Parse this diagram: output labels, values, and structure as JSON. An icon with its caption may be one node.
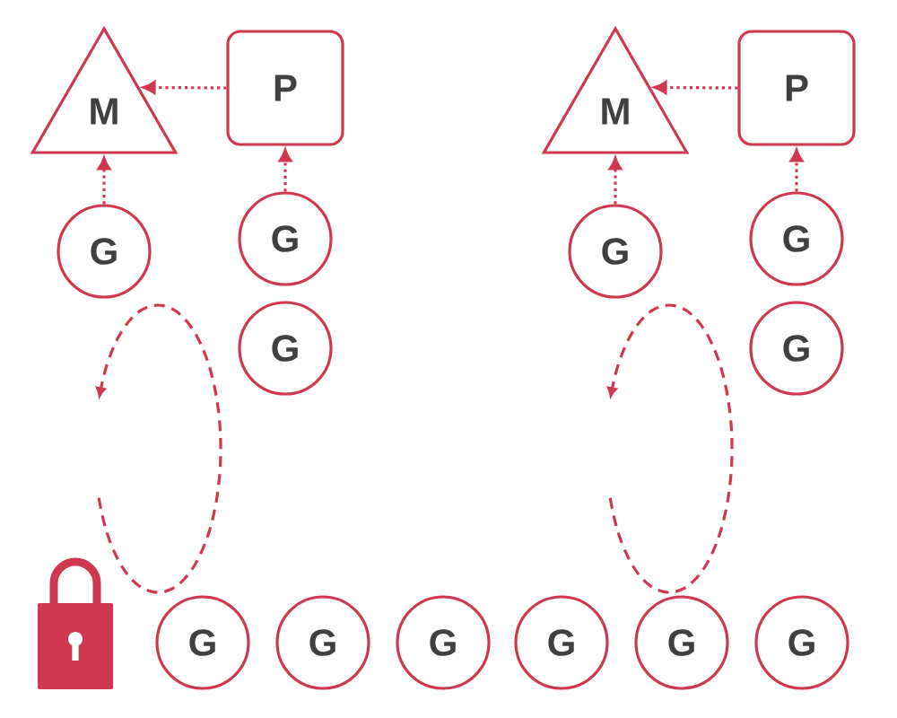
{
  "diagram": {
    "nodes": [
      {
        "text": [
          "M"
        ]
      },
      {
        "text": [
          "P"
        ]
      },
      {
        "text": [
          "G"
        ]
      },
      {
        "text": [
          "G"
        ]
      },
      {
        "text": [
          "G"
        ]
      },
      {
        "text": [
          "M"
        ]
      },
      {
        "text": [
          "P"
        ]
      },
      {
        "text": [
          "G"
        ]
      },
      {
        "text": [
          "G"
        ]
      },
      {
        "text": [
          "G"
        ]
      },
      {
        "text": [
          "G"
        ]
      },
      {
        "text": [
          "G"
        ]
      },
      {
        "text": [
          "G"
        ]
      },
      {
        "text": [
          "G"
        ]
      },
      {
        "text": [
          "G"
        ]
      },
      {
        "text": [
          "G"
        ]
      }
    ],
    "edges": [
      {
        "from": 1,
        "to": 0,
        "arrow": "to"
      },
      {
        "from": 2,
        "to": 0,
        "arrow": "to"
      },
      {
        "from": 3,
        "to": 1,
        "arrow": "to"
      },
      {
        "from": 6,
        "to": 5,
        "arrow": "to"
      },
      {
        "from": 7,
        "to": 5,
        "arrow": "to"
      },
      {
        "from": 8,
        "to": 6,
        "arrow": "to"
      }
    ]
  }
}
